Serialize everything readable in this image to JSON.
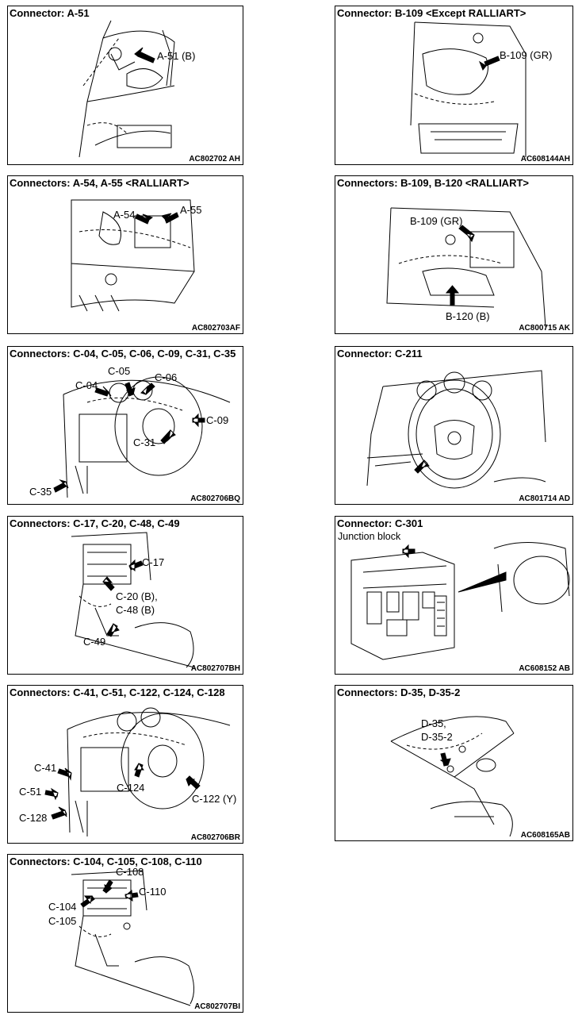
{
  "panels": [
    {
      "title": "Connector: A-51",
      "code": "AC802702 AH",
      "labels": [
        "A-51 (B)"
      ]
    },
    {
      "title": "Connector: B-109 <Except RALLIART>",
      "code": "AC608144AH",
      "labels": [
        "B-109 (GR)"
      ]
    },
    {
      "title": "Connectors: A-54, A-55 <RALLIART>",
      "code": "AC802703AF",
      "labels": [
        "A-54",
        "A-55"
      ]
    },
    {
      "title": "Connectors: B-109, B-120 <RALLIART>",
      "code": "AC800715 AK",
      "labels": [
        "B-109 (GR)",
        "B-120 (B)"
      ]
    },
    {
      "title": "Connectors: C-04, C-05, C-06, C-09, C-31, C-35",
      "code": "AC802706BQ",
      "labels": [
        "C-05",
        "C-06",
        "C-04",
        "C-09",
        "C-31",
        "C-35"
      ]
    },
    {
      "title": "Connector: C-211",
      "code": "AC801714 AD",
      "labels": []
    },
    {
      "title": "Connectors: C-17, C-20, C-48, C-49",
      "code": "AC802707BH",
      "labels": [
        "C-17",
        "C-20 (B),",
        "C-48 (B)",
        "C-49"
      ]
    },
    {
      "title": "Connector: C-301",
      "subtitle": "Junction block",
      "code": "AC608152 AB",
      "labels": []
    },
    {
      "title": "Connectors: C-41, C-51, C-122, C-124, C-128",
      "code": "AC802706BR",
      "labels": [
        "C-41",
        "C-51",
        "C-124",
        "C-122 (Y)",
        "C-128"
      ]
    },
    {
      "title": "Connectors: D-35, D-35-2",
      "code": "AC608165AB",
      "labels": [
        "D-35,",
        "D-35-2"
      ]
    },
    {
      "title": "Connectors: C-104, C-105, C-108, C-110",
      "code": "AC802707BI",
      "labels": [
        "C-108",
        "C-110",
        "C-104",
        "C-105"
      ]
    }
  ]
}
